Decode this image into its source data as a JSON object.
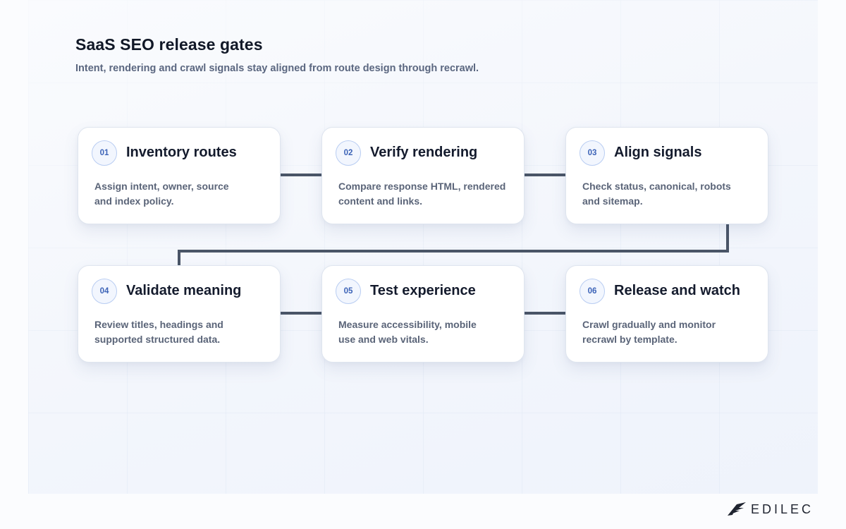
{
  "header": {
    "title": "SaaS SEO release gates",
    "subtitle": "Intent, rendering and crawl signals stay aligned from route design through recrawl."
  },
  "steps": [
    {
      "number": "01",
      "title": "Inventory routes",
      "body_line1": "Assign intent, owner, source",
      "body_line2": "and index policy."
    },
    {
      "number": "02",
      "title": "Verify rendering",
      "body_line1": "Compare response HTML, rendered",
      "body_line2": "content and links."
    },
    {
      "number": "03",
      "title": "Align signals",
      "body_line1": "Check status, canonical, robots",
      "body_line2": "and sitemap."
    },
    {
      "number": "04",
      "title": "Validate meaning",
      "body_line1": "Review titles, headings and",
      "body_line2": "supported structured data."
    },
    {
      "number": "05",
      "title": "Test experience",
      "body_line1": "Measure accessibility, mobile",
      "body_line2": "use and web vitals."
    },
    {
      "number": "06",
      "title": "Release and watch",
      "body_line1": "Crawl gradually and monitor",
      "body_line2": "recrawl by template."
    }
  ],
  "brand": {
    "name": "EDILEC",
    "icon": "edilec-logo-icon"
  },
  "colors": {
    "connector": "#4a5567",
    "badge_text": "#3c63b7",
    "badge_border": "#b9cdf2"
  }
}
